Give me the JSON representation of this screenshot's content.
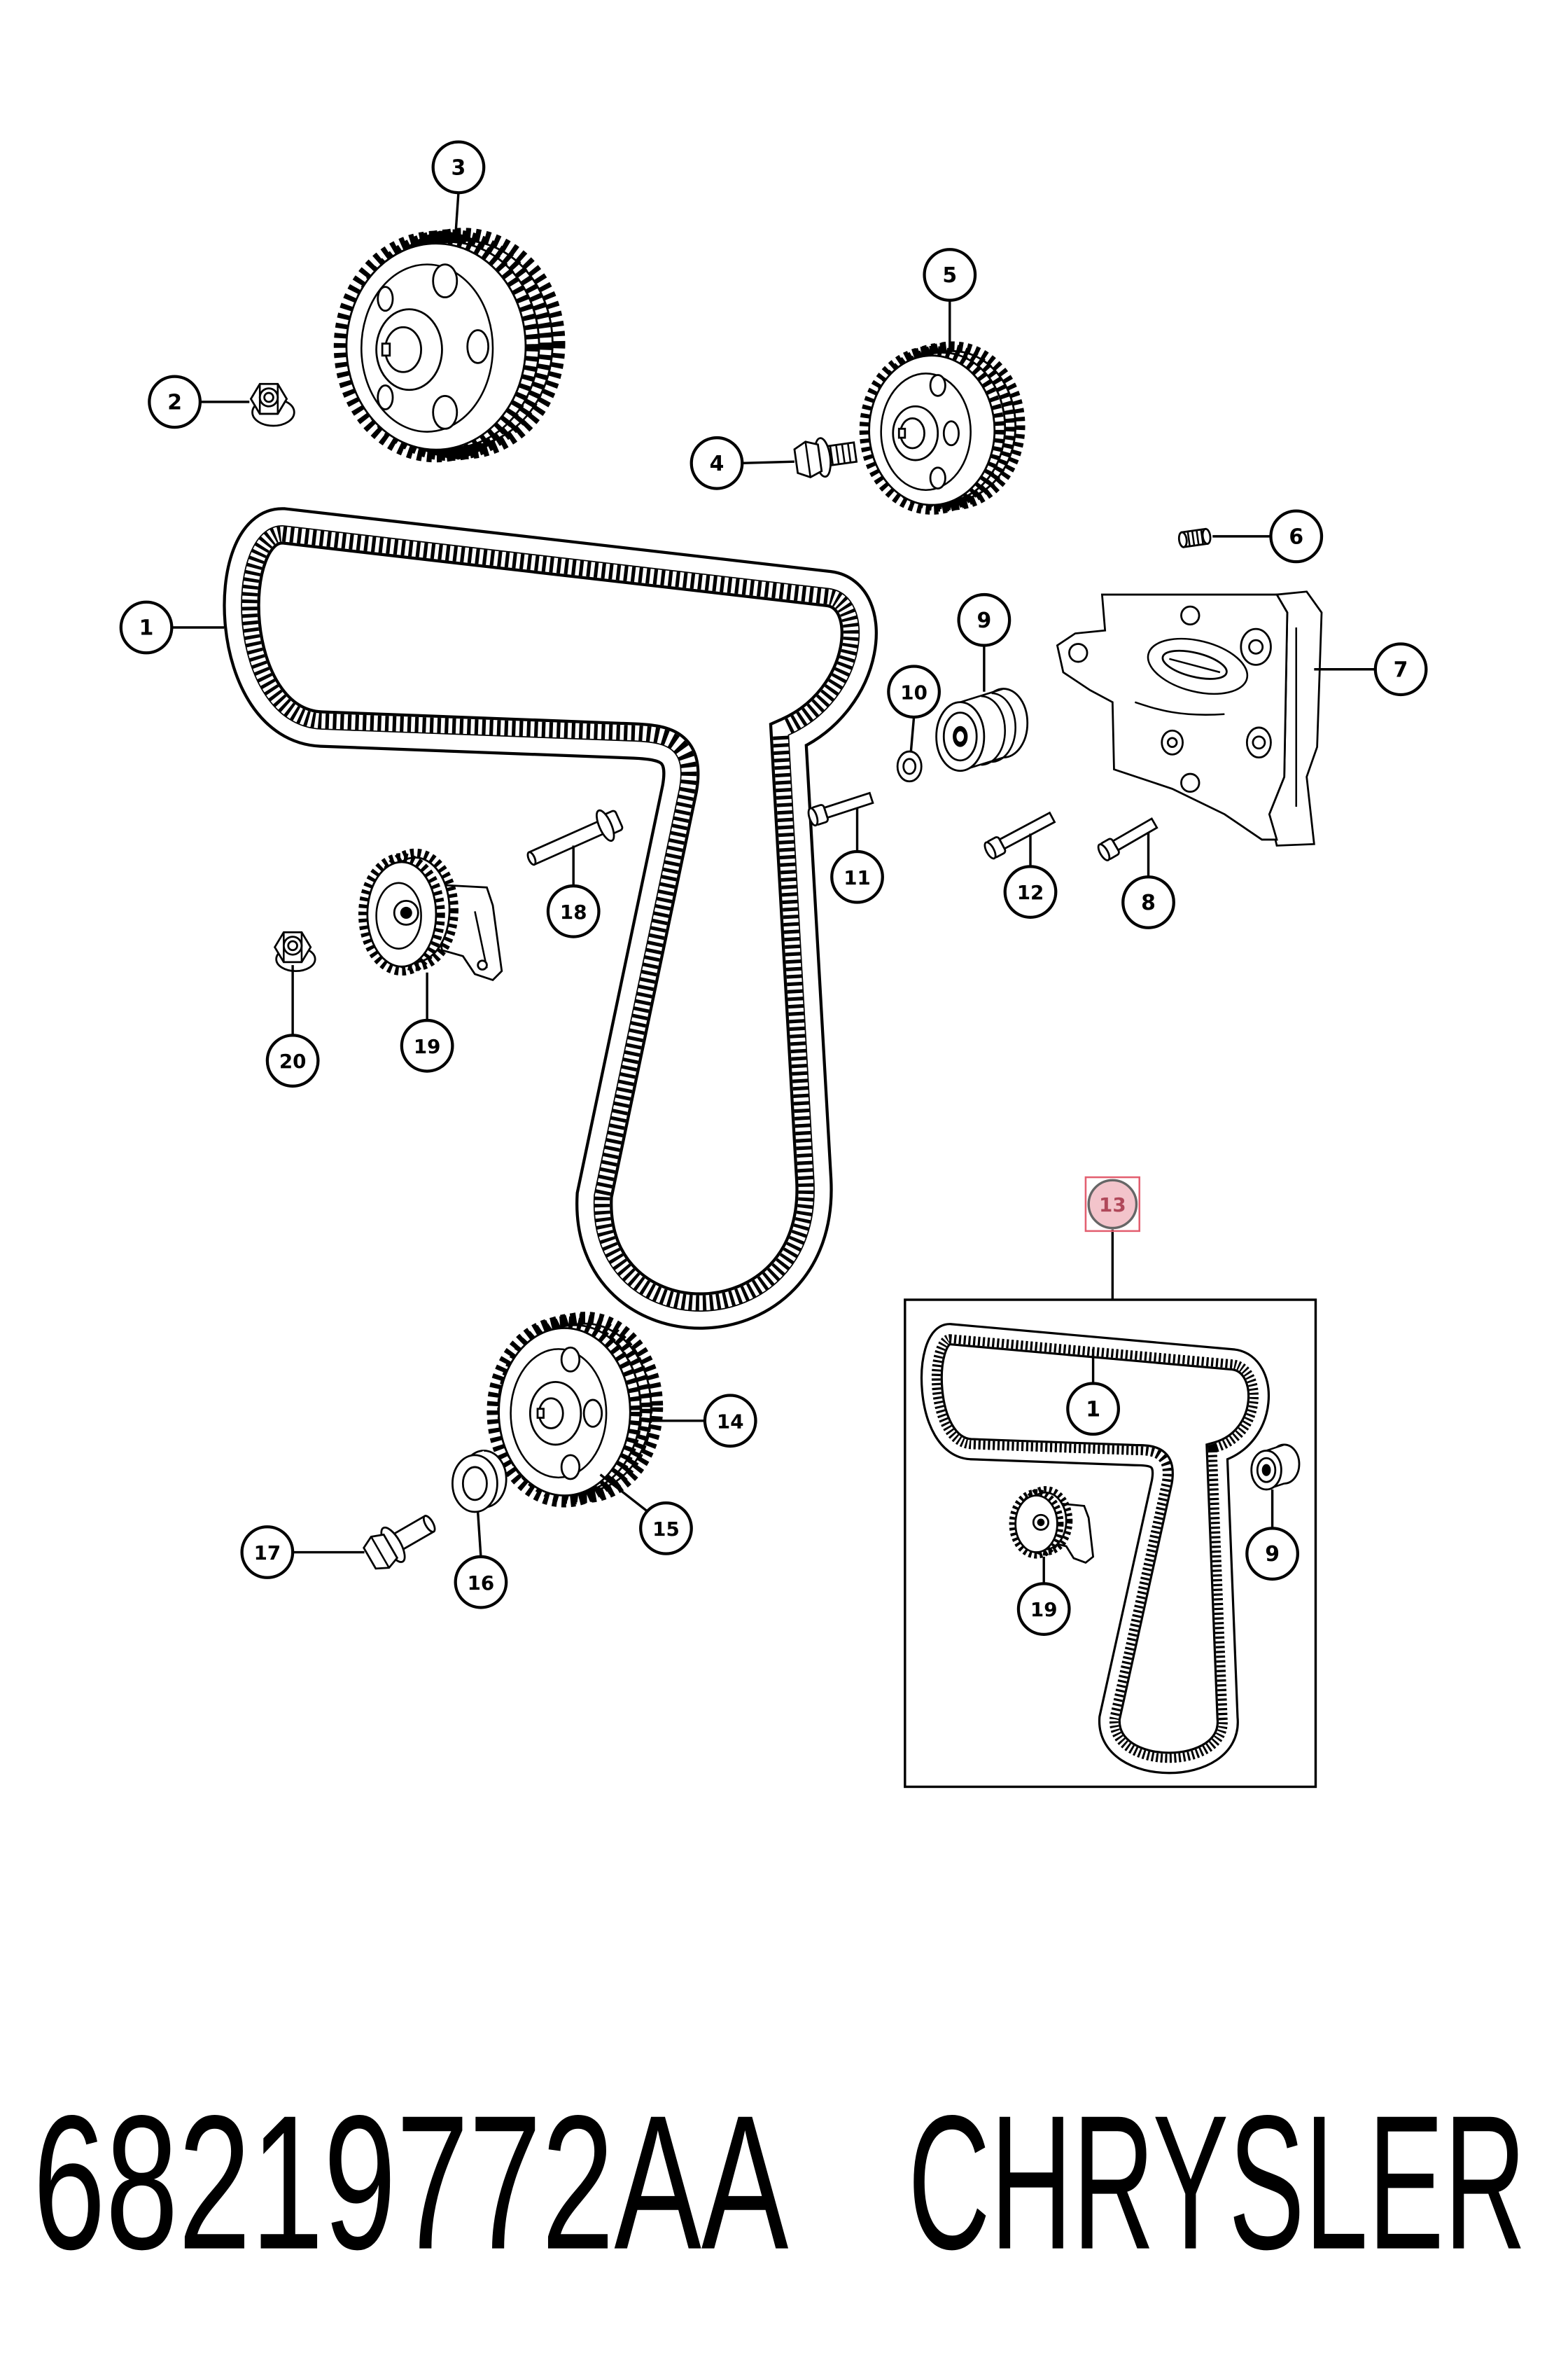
{
  "callouts": {
    "n1": "1",
    "n2": "2",
    "n3": "3",
    "n4": "4",
    "n5": "5",
    "n6": "6",
    "n7": "7",
    "n8": "8",
    "n9": "9",
    "n10": "10",
    "n11": "11",
    "n12": "12",
    "n13": "13",
    "n14": "14",
    "n15": "15",
    "n16": "16",
    "n17": "17",
    "n18": "18",
    "n19": "19",
    "n20": "20"
  },
  "inset_callouts": {
    "n1": "1",
    "n9": "9",
    "n19": "19"
  },
  "footer": {
    "part_number": "68219772AA",
    "brand": "CHRYSLER"
  },
  "colors": {
    "ink": "#000000",
    "background": "#ffffff",
    "highlight_fill": "#f3c4cb",
    "highlight_stroke": "#e35f70",
    "highlight_text": "#b0485a"
  }
}
